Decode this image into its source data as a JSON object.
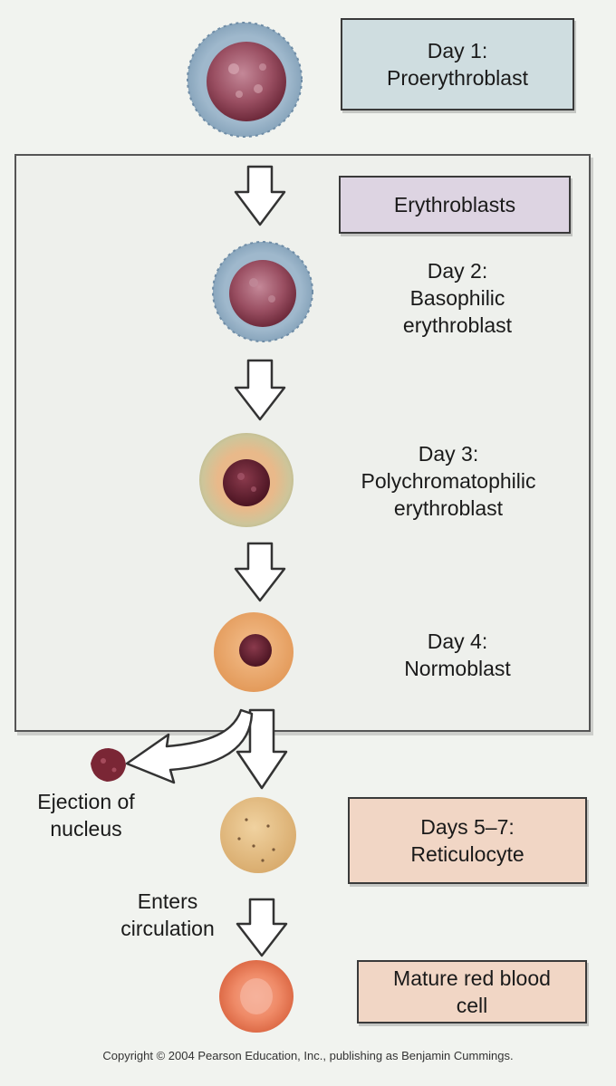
{
  "stages": {
    "day1": {
      "line1": "Day 1:",
      "line2": "Proerythroblast"
    },
    "erythroblasts": {
      "label": "Erythroblasts"
    },
    "day2": {
      "line1": "Day 2:",
      "line2": "Basophilic",
      "line3": "erythroblast"
    },
    "day3": {
      "line1": "Day 3:",
      "line2": "Polychromatophilic",
      "line3": "erythroblast"
    },
    "day4": {
      "line1": "Day 4:",
      "line2": "Normoblast"
    },
    "days57": {
      "line1": "Days 5–7:",
      "line2": "Reticulocyte"
    },
    "mature": {
      "line1": "Mature red blood",
      "line2": "cell"
    }
  },
  "annotations": {
    "ejection": {
      "line1": "Ejection of",
      "line2": "nucleus"
    },
    "circulation": {
      "line1": "Enters",
      "line2": "circulation"
    }
  },
  "copyright": "Copyright © 2004 Pearson Education, Inc., publishing as Benjamin Cummings.",
  "colors": {
    "day1_box": "#cfdde0",
    "erythroblasts_box": "#ddd4e2",
    "reticulocyte_box": "#f1d6c5",
    "mature_box": "#f1d6c5"
  }
}
